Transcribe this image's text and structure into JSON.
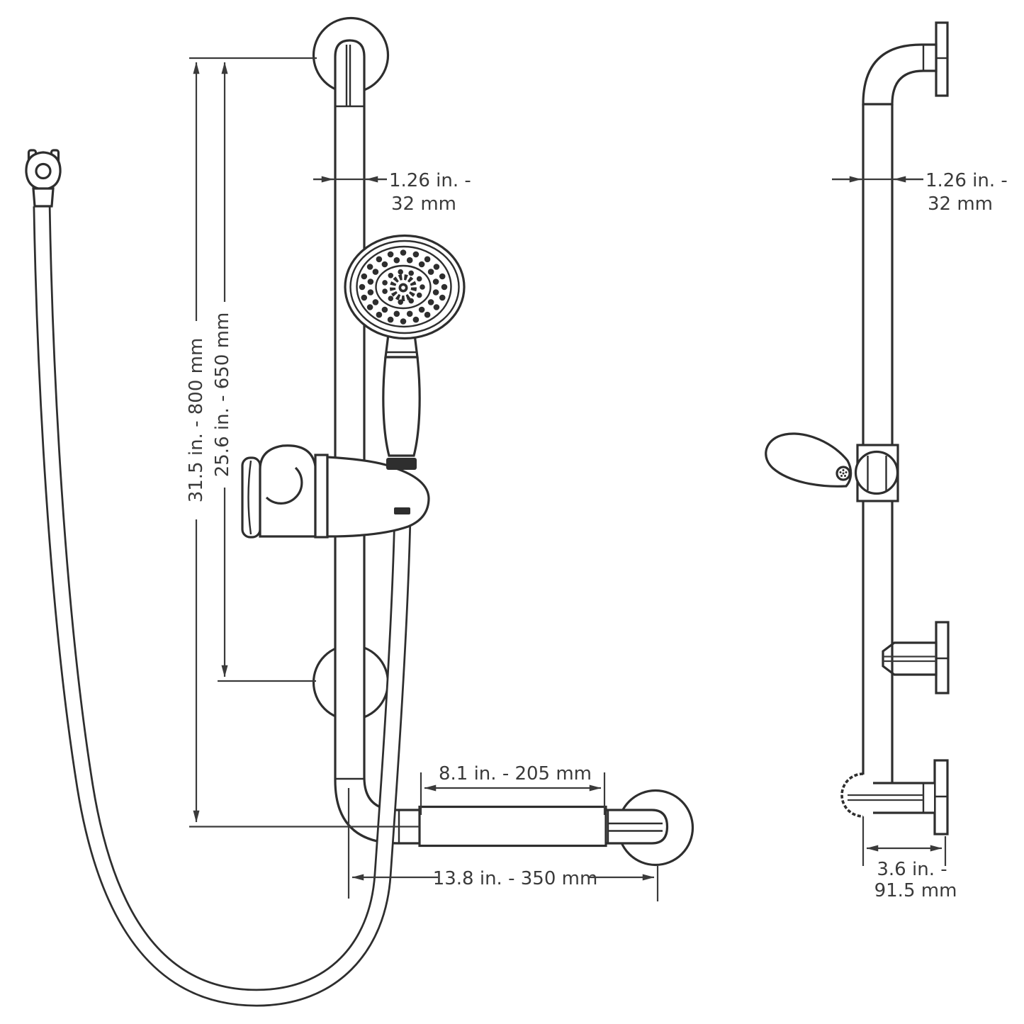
{
  "drawing": {
    "colors": {
      "background": "#ffffff",
      "line": "#2e2e2e",
      "dimension": "#3a3a3a"
    },
    "front_view": {
      "bar_diameter": {
        "line1": "1.26 in. -",
        "line2": "32 mm"
      },
      "overall_height": "31.5 in. - 800 mm",
      "holder_height": "25.6 in. - 650 mm",
      "grip_length": "8.1 in. - 205 mm",
      "base_length": "13.8 in. - 350 mm"
    },
    "side_view": {
      "bar_diameter": {
        "line1": "1.26 in. -",
        "line2": "32 mm"
      },
      "wall_offset": {
        "line1": "3.6 in. -",
        "line2": "91.5 mm"
      }
    }
  }
}
